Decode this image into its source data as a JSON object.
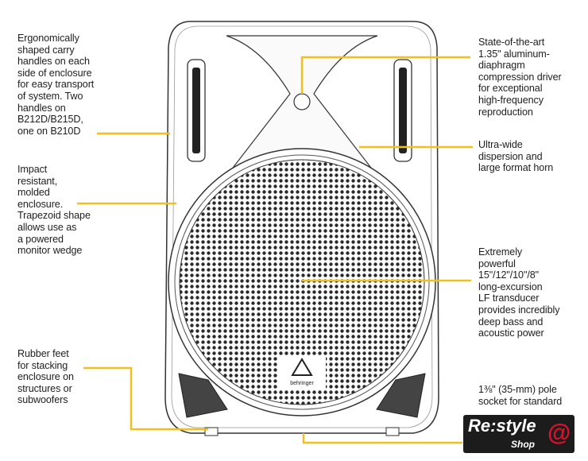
{
  "callouts": {
    "handles": "Ergonomically\nshaped carry\nhandles on each\nside of enclosure\nfor easy transport\nof system. Two\nhandles on\nB212D/B215D,\none on B210D",
    "enclosure": "Impact\nresistant,\nmolded\nenclosure.\nTrapezoid shape\nallows use as\na powered\nmonitor wedge",
    "feet": "Rubber feet\nfor stacking\nenclosure on\nstructures or\nsubwoofers",
    "driver": "State-of-the-art\n1.35\" aluminum-\ndiaphragm\ncompression driver\nfor exceptional\nhigh-frequency\nreproduction",
    "horn": "Ultra-wide\ndispersion and\nlarge format horn",
    "transducer": "Extremely\npowerful\n15\"/12\"/10\"/8\"\nlong-excursion\nLF transducer\nprovides incredibly\ndeep bass and\nacoustic power",
    "pole": "1⅜\" (35-mm) pole\nsocket for standard"
  },
  "speaker": {
    "brand": "behringer"
  },
  "logo": {
    "main": "Re:style",
    "sub": "Shop",
    "symbol": "@"
  },
  "colors": {
    "callout_line": "#f0c020",
    "logo_bg": "#1c1c1c",
    "logo_accent": "#e0102c"
  }
}
